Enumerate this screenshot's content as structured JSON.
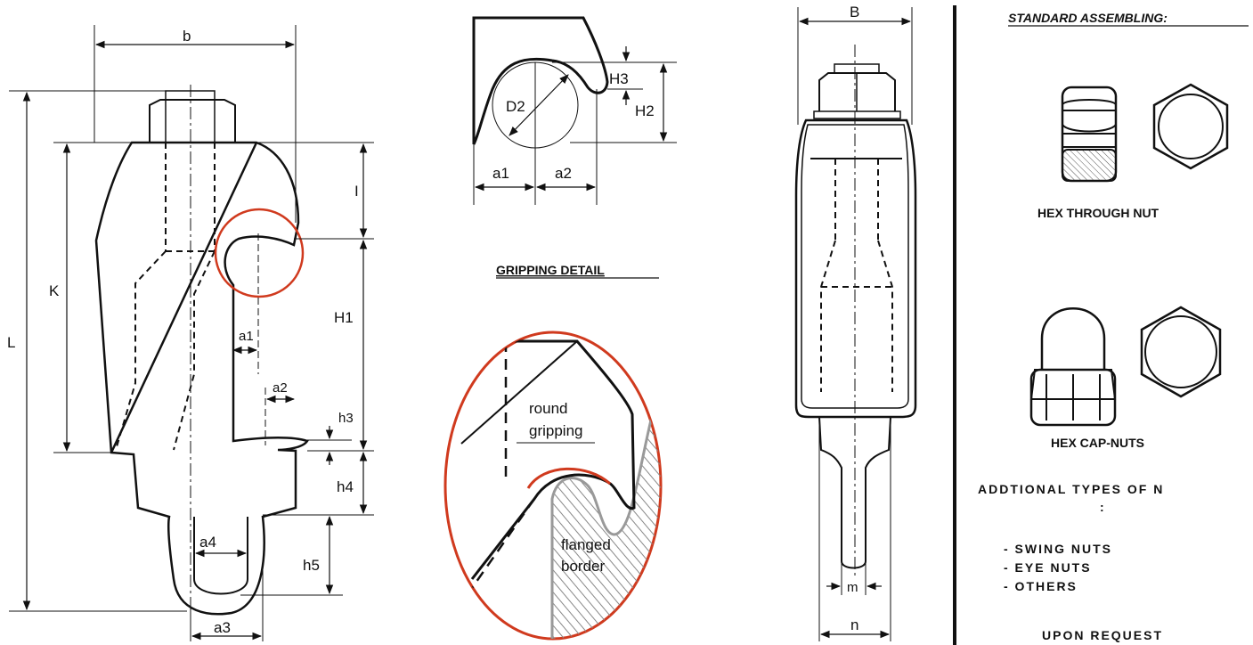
{
  "clamp_view": {
    "b": "b",
    "L": "L",
    "K": "K",
    "I": "I",
    "H1": "H1",
    "a1": "a1",
    "a2": "a2",
    "h3": "h3",
    "h4": "h4",
    "a4": "a4",
    "h5": "h5",
    "a3": "a3"
  },
  "profile_detail": {
    "D2": "D2",
    "H3": "H3",
    "H2": "H2",
    "a1": "a1",
    "a2": "a2"
  },
  "gripping_detail": {
    "title": "GRIPPING  DETAIL",
    "round_line1": "round",
    "round_line2": "gripping",
    "flanged_line1": "flanged",
    "flanged_line2": "border"
  },
  "side_view": {
    "B": "B",
    "m": "m",
    "n": "n"
  },
  "assembly_panel": {
    "title": "STANDARD  ASSEMBLING:",
    "through_nut": "HEX  THROUGH  NUT",
    "cap_nut": "HEX  CAP-NUTS",
    "additional_title": "ADDTIONAL TYPES OF N",
    "colon": ":",
    "items": [
      "-  SWING  NUTS",
      "-  EYE  NUTS",
      "-  OTHERS"
    ],
    "footer": "UPON REQUEST"
  },
  "colors": {
    "line": "#111111",
    "highlight": "#d03a1e",
    "hatch": "#888888"
  }
}
